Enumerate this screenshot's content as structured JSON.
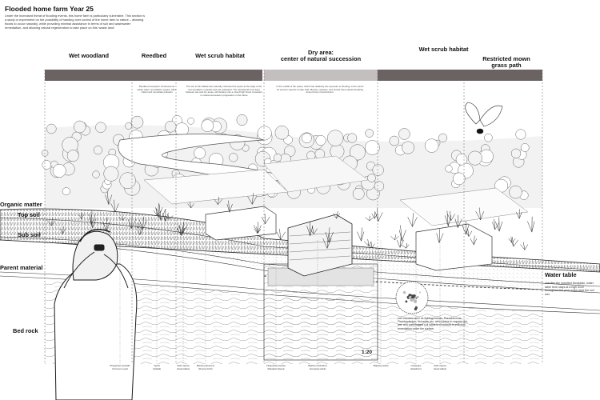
{
  "header": {
    "title": "Flooded home farm Year 25",
    "intro": "Under the increased threat of flooding events, this home farm is particularly vulnerable. This section is a study or experiment on the possibility of handing over control of the home farm to nature – allowing floods to occur naturally, while providing minimal assistance in terms of soil and wastewater remediation, and allowing natural regeneration to take place on this 'waste land'."
  },
  "zones": [
    {
      "label": "Wet woodland"
    },
    {
      "label": "Reedbed"
    },
    {
      "label": "Wet scrub habitat"
    },
    {
      "label": "Dry area:\ncenter of natural succession"
    },
    {
      "label": "Wet scrub habitat"
    },
    {
      "label": "Restricted mown\ngrass path"
    }
  ],
  "descriptions": [
    "Reedbed ecosystem introduced as waste water remediation system, filter, collect and remediate pollutant",
    "The wet scrub habitat has naturally colonised the space at the edge of the wet woodland, meadow and wet grassland. The transitional zone lying between wet and dry areas, will develop into a mixed high forest consistent in natural succession progression in the future",
    "In the middle of the space, which has relatively low exposure to flooding, is the center for pioneer species to take hold. Mosses, grasses, and shrubs have started breaking down former constructions."
  ],
  "soil_layers": [
    {
      "label": "Organic matter"
    },
    {
      "label": "Top soil"
    },
    {
      "label": "Sub soil"
    },
    {
      "label": "Parent material"
    },
    {
      "label": "Bed rock"
    }
  ],
  "species": [
    "Phragmites australis\n(Common reed)",
    "Typha\n(Cattail)",
    "Salix caprea\n(Goat willow)",
    "Betula pubescens\n(Downy birch)",
    "Filipendula ulmaria\n(Meadow Sweet)",
    "Silphium laciniatum\n(Compass plant)",
    "Tallgrass prairie",
    "Crataegus\n(Hawthorn)",
    "Salix caprea\n(Goat willow)"
  ],
  "water_table": {
    "label": "Water table",
    "note": "Just like the rewetted floodplain, water table here stays at a high level throughout the year which kept the soil wet."
  },
  "microbes_note": "soil microbes such as Sphingomonas, Pseudomonas, Flavobacterium, Nocardia, etc. which thrive in organic-rich, wet, and waterlogged soil starts to contribute to pollutant remediation under the surface.",
  "scale": "1:20",
  "colors": {
    "band": "#6b6262",
    "ink": "#1a1a1a",
    "water": "#3a3a3a"
  }
}
